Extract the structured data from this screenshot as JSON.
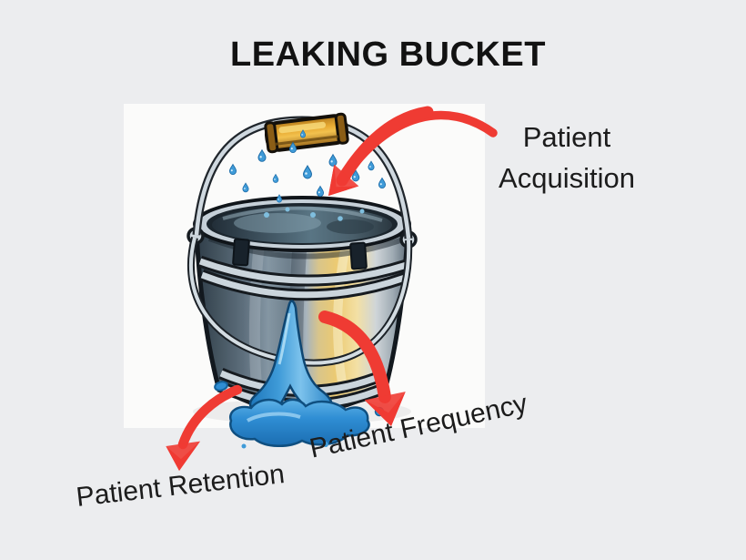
{
  "page": {
    "title": "LEAKING BUCKET",
    "background_color": "#ECEDEF",
    "illustration_background": "#FBFBFA"
  },
  "labels": {
    "acquisition": {
      "line1": "Patient",
      "line2": "Acquisition"
    },
    "frequency": "Patient Frequency",
    "retention": "Patient Retention"
  },
  "colors": {
    "arrow_red": "#EF3B33",
    "water_blue": "#3F9BD8",
    "water_blue_dark": "#1B6DB1",
    "brass_handle": "#E8AB33",
    "metal_silver": "#C6D0D8",
    "metal_dark": "#2F3D49",
    "gold_reflection": "#ECCA72",
    "text": "#1C1C1C"
  },
  "icons": [
    {
      "name": "leaking-bucket-icon",
      "glyph": "metal-bucket-with-leak"
    },
    {
      "name": "arrow-acquisition-icon",
      "glyph": "curved-red-arrow-down-left"
    },
    {
      "name": "arrow-frequency-icon",
      "glyph": "curved-red-arrow-down-right"
    },
    {
      "name": "arrow-retention-icon",
      "glyph": "curved-red-arrow-down-left"
    }
  ]
}
